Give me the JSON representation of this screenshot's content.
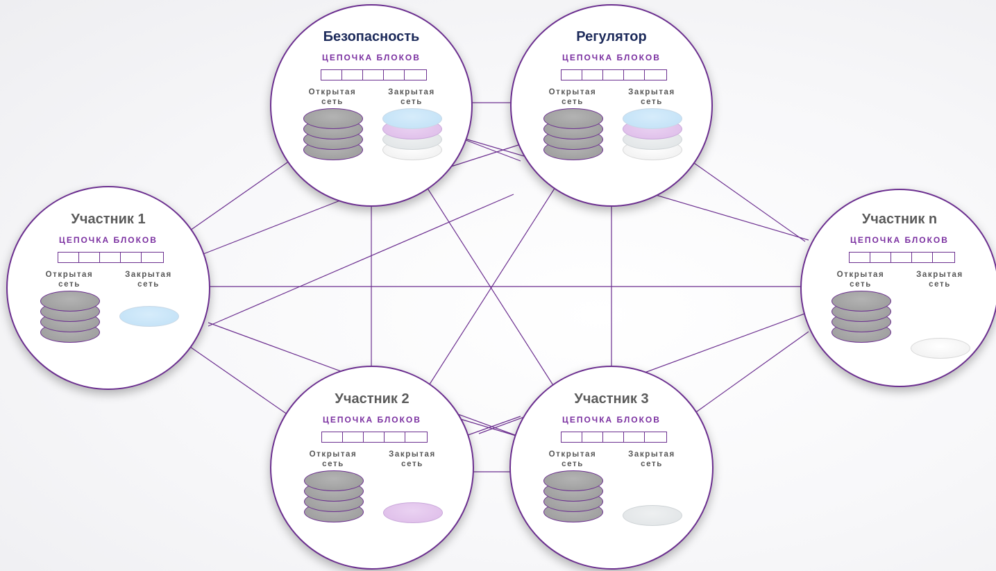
{
  "colors": {
    "accent": "#6b2e8f",
    "chain_label": "#7a2fa0",
    "title_navy": "#1c2a5a",
    "title_grey": "#5a5a5a",
    "disk_grey": "#a6a6a6",
    "disk_blue": "#c8e6f9",
    "disk_pink": "#e3c4ee",
    "disk_light": "#e3e8ea",
    "disk_white": "#f2f2f2"
  },
  "chain_label": "ЦЕПОЧКА БЛОКОВ",
  "open_label": "Открытая сеть",
  "closed_label": "Закрытая сеть",
  "nodes": [
    {
      "id": "security",
      "title": "Безопасность",
      "title_style": "navy",
      "open_db": [
        "grey",
        "grey",
        "grey",
        "grey"
      ],
      "closed_db": [
        "white",
        "light",
        "pink",
        "blue"
      ]
    },
    {
      "id": "regulator",
      "title": "Регулятор",
      "title_style": "navy",
      "open_db": [
        "grey",
        "grey",
        "grey",
        "grey"
      ],
      "closed_db": [
        "white",
        "light",
        "pink",
        "blue"
      ]
    },
    {
      "id": "participant-1",
      "title": "Участник 1",
      "title_style": "grey",
      "open_db": [
        "grey",
        "grey",
        "grey",
        "grey"
      ],
      "closed_db": [
        "blue"
      ]
    },
    {
      "id": "participant-n",
      "title": "Участник n",
      "title_style": "grey",
      "open_db": [
        "grey",
        "grey",
        "grey",
        "grey"
      ],
      "closed_db": [
        "white"
      ]
    },
    {
      "id": "participant-2",
      "title": "Участник 2",
      "title_style": "grey",
      "open_db": [
        "grey",
        "grey",
        "grey",
        "grey"
      ],
      "closed_db": [
        "pink"
      ]
    },
    {
      "id": "participant-3",
      "title": "Участник 3",
      "title_style": "grey",
      "open_db": [
        "grey",
        "grey",
        "grey",
        "grey"
      ],
      "closed_db": [
        "light"
      ]
    }
  ],
  "edges": [
    [
      "security",
      "regulator"
    ],
    [
      "security",
      "regulator"
    ],
    [
      "security",
      "regulator"
    ],
    [
      "security",
      "participant-1"
    ],
    [
      "security",
      "participant-1"
    ],
    [
      "security",
      "participant-2"
    ],
    [
      "security",
      "participant-3"
    ],
    [
      "security",
      "participant-n"
    ],
    [
      "regulator",
      "participant-1"
    ],
    [
      "regulator",
      "participant-2"
    ],
    [
      "regulator",
      "participant-3"
    ],
    [
      "regulator",
      "participant-n"
    ],
    [
      "participant-1",
      "participant-n"
    ],
    [
      "participant-1",
      "participant-2"
    ],
    [
      "participant-1",
      "participant-3"
    ],
    [
      "participant-2",
      "participant-3"
    ],
    [
      "participant-2",
      "participant-3"
    ],
    [
      "participant-2",
      "participant-3"
    ],
    [
      "participant-2",
      "participant-n"
    ],
    [
      "participant-3",
      "participant-n"
    ]
  ]
}
